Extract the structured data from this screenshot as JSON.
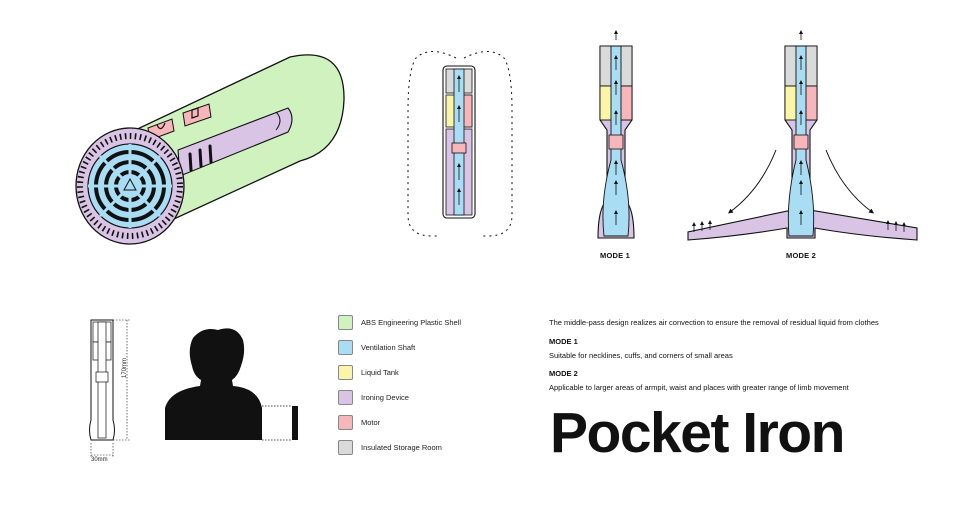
{
  "legend": {
    "items": [
      {
        "label": "ABS Engineering Plastic Shell",
        "color": "#CFF2BF"
      },
      {
        "label": "Ventilation Shaft",
        "color": "#A9DDF3"
      },
      {
        "label": "Liquid Tank",
        "color": "#FBF5A7"
      },
      {
        "label": "Ironing Device",
        "color": "#D9C4E6"
      },
      {
        "label": "Motor",
        "color": "#F6B6BA"
      },
      {
        "label": "Insulated Storage Room",
        "color": "#DADADA"
      }
    ]
  },
  "modes": {
    "mode1_caption": "MODE 1",
    "mode2_caption": "MODE 2"
  },
  "description": {
    "intro": "The middle-pass design realizes air convection to ensure the removal of residual liquid from clothes",
    "mode1_heading": "MODE 1",
    "mode1_text": "Suitable for necklines, cuffs, and corners of small areas",
    "mode2_heading": "MODE 2",
    "mode2_text": "Applicable to larger areas of armpit, waist and places with greater range of limb movement"
  },
  "dimensions": {
    "height": "170mm",
    "width": "30mm"
  },
  "product": {
    "title": "Pocket Iron"
  }
}
